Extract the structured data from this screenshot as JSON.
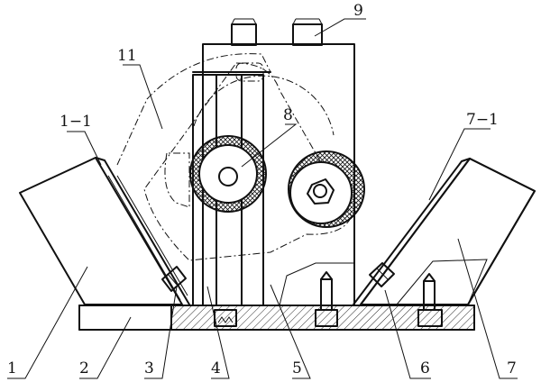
{
  "diagram": {
    "labels": [
      {
        "id": "1",
        "text": "1"
      },
      {
        "id": "2",
        "text": "2"
      },
      {
        "id": "3",
        "text": "3"
      },
      {
        "id": "4",
        "text": "4"
      },
      {
        "id": "5",
        "text": "5"
      },
      {
        "id": "6",
        "text": "6"
      },
      {
        "id": "7",
        "text": "7"
      },
      {
        "id": "7-1",
        "text": "7−1"
      },
      {
        "id": "8",
        "text": "8"
      },
      {
        "id": "9",
        "text": "9"
      },
      {
        "id": "11",
        "text": "11"
      },
      {
        "id": "1-1",
        "text": "1−1"
      }
    ],
    "colors": {
      "line": "#111111",
      "background": "#ffffff"
    }
  }
}
